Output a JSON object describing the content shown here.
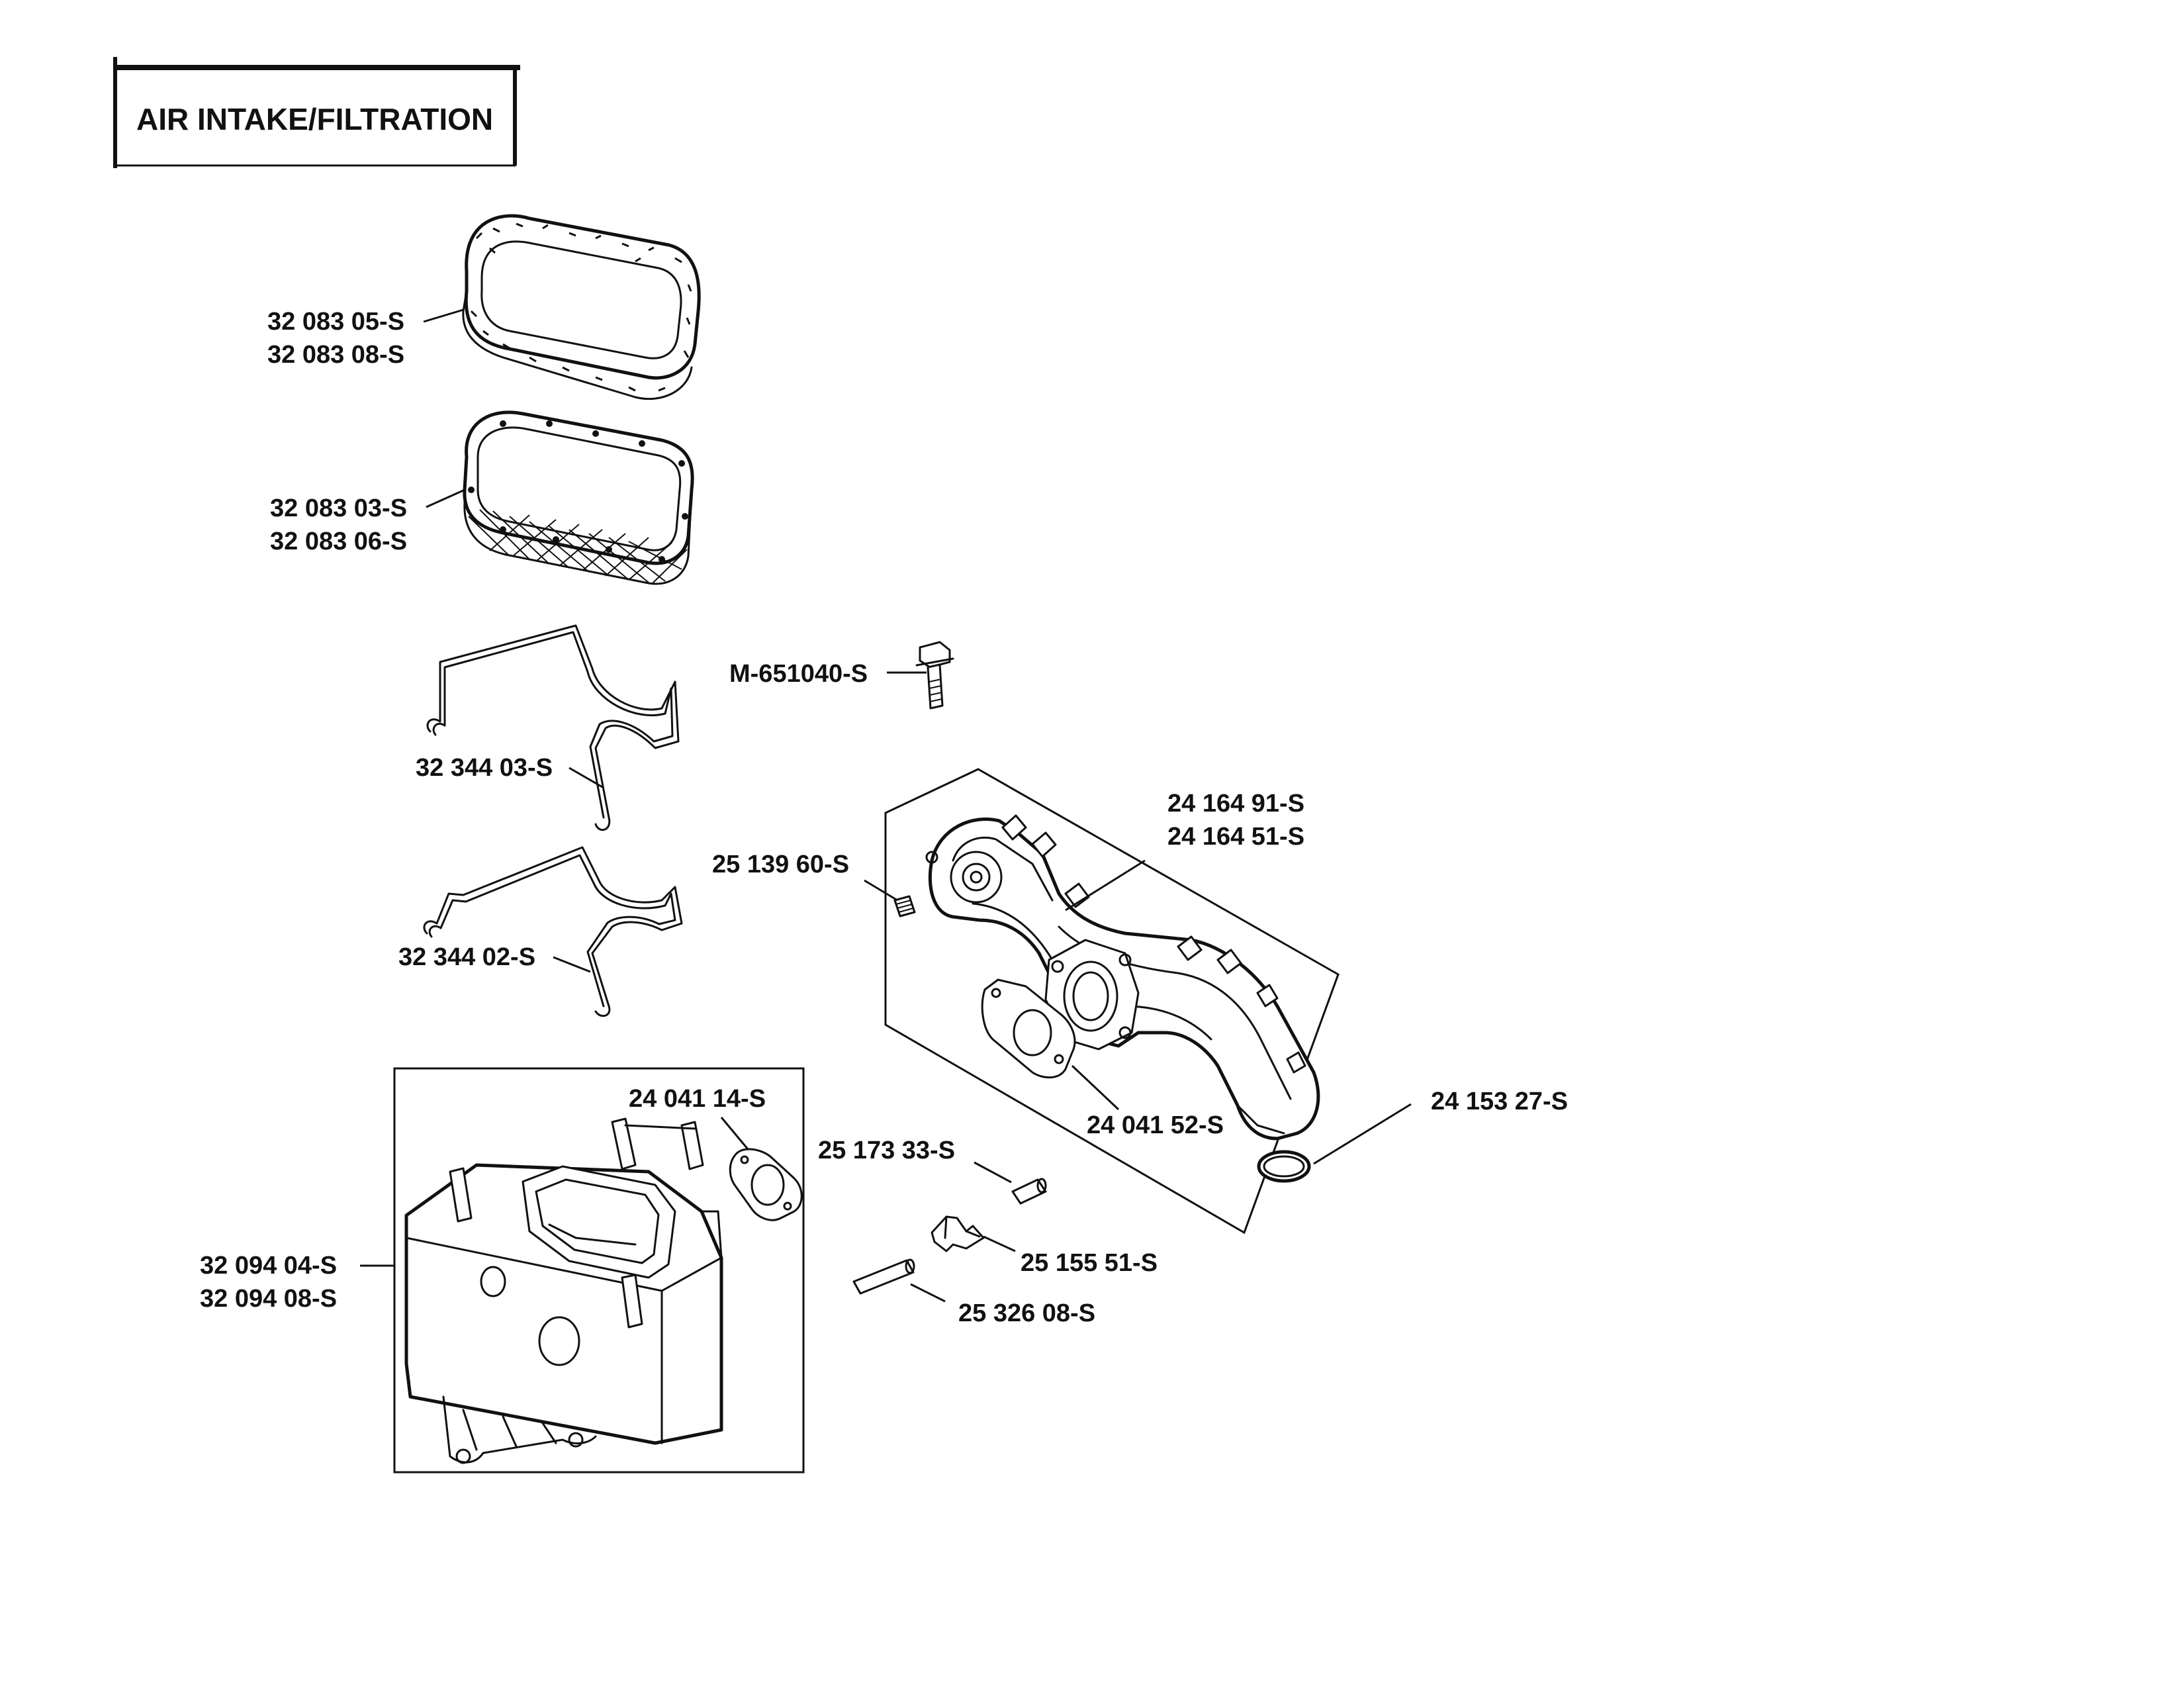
{
  "title": "AIR INTAKE/FILTRATION",
  "parts": {
    "precleaner": [
      "32 083 05-S",
      "32 083 08-S"
    ],
    "air_filter_element": [
      "32 083 03-S",
      "32 083 06-S"
    ],
    "retainer_clip_upper": "32 344 03-S",
    "retainer_clip_lower": "32 344 02-S",
    "bolt": "M-651040-S",
    "breather_fitting": "25 139 60-S",
    "intake_manifold": [
      "24 164 91-S",
      "24 164 51-S"
    ],
    "manifold_gasket": "24 041 52-S",
    "o_ring": "24 153 27-S",
    "base_gasket": "24 041 14-S",
    "air_cleaner_base": [
      "32 094 04-S",
      "32 094 08-S"
    ],
    "pin_short": "25 173 33-S",
    "clip": "25 155 51-S",
    "pin_long": "25 326 08-S"
  }
}
